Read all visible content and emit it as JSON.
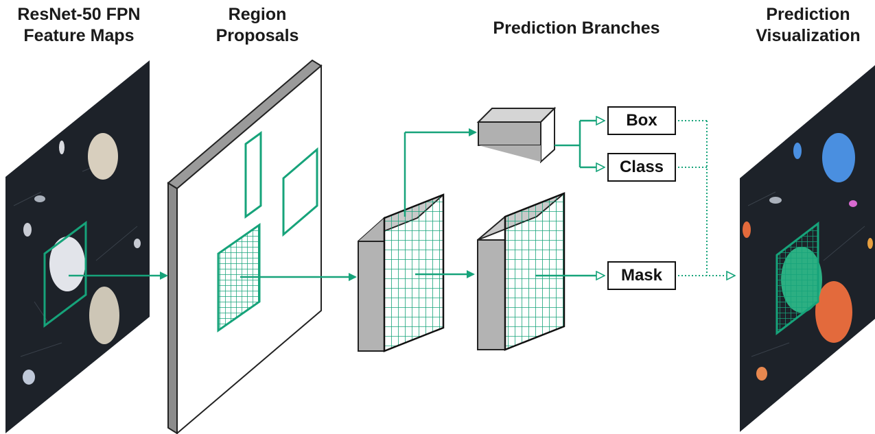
{
  "titles": {
    "feature_maps": [
      "ResNet-50 FPN",
      "Feature Maps"
    ],
    "region_proposals": [
      "Region",
      "Proposals"
    ],
    "prediction_branches": "Prediction Branches",
    "prediction_visualization": [
      "Prediction",
      "Visualization"
    ]
  },
  "outputs": {
    "box": "Box",
    "class": "Class",
    "mask": "Mask"
  },
  "colors": {
    "accent_green": "#16a37a",
    "panel_dark": "#1d2229",
    "block_gray": "#b3b3b3",
    "mask_blue": "#4a8fe0",
    "mask_orange": "#e36a3c",
    "mask_green": "#2fbf8c"
  }
}
